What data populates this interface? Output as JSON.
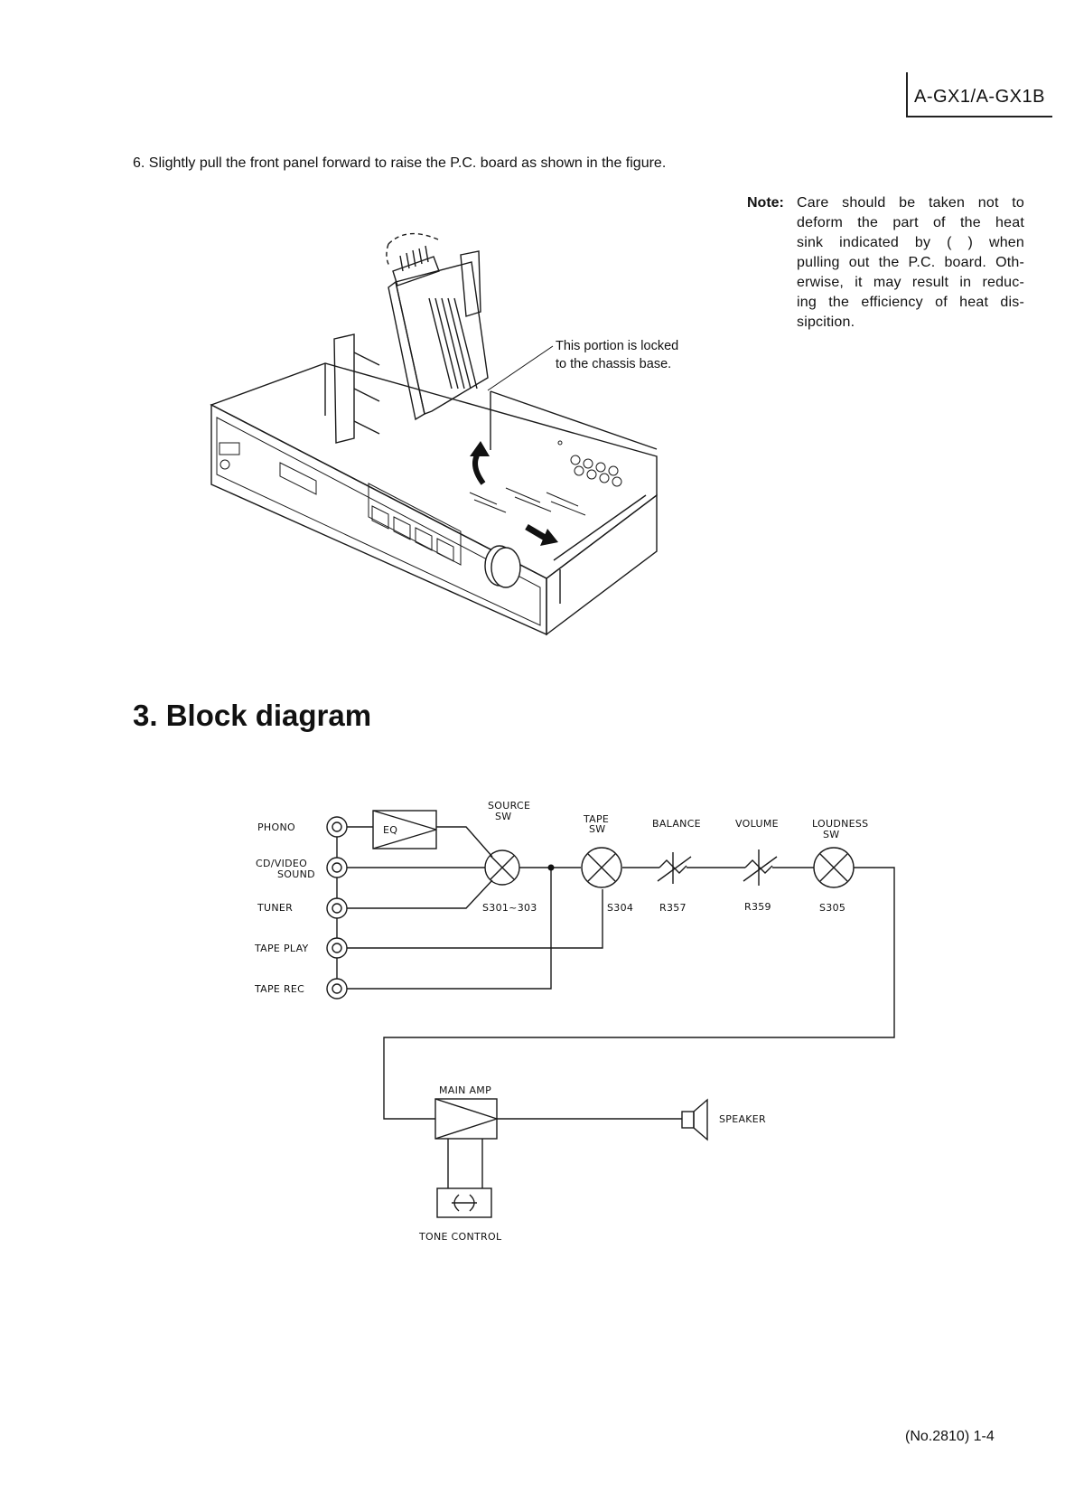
{
  "header": {
    "model": "A-GX1/A-GX1B"
  },
  "step": {
    "text": "6.  Slightly pull the front panel forward to raise the P.C. board as shown in the figure."
  },
  "note": {
    "label": "Note:",
    "lines": [
      "Care should be taken not to",
      "deform the part of the heat",
      "sink indicated by  (  )  when",
      "pulling out the P.C. board. Oth-",
      "erwise, it may result in reduc-",
      "ing the efficiency of heat dis-",
      "sipcition."
    ]
  },
  "illustration": {
    "callout_line1": "This portion is locked",
    "callout_line2": "to the chassis base."
  },
  "section": {
    "title": "3.  Block diagram"
  },
  "block_diagram": {
    "inputs": {
      "phono": "PHONO",
      "cd_line1": "CD/VIDEO",
      "cd_line2": "SOUND",
      "tuner": "TUNER",
      "tape_play": "TAPE PLAY",
      "tape_rec": "TAPE REC"
    },
    "eq": "EQ",
    "source_sw_line1": "SOURCE",
    "source_sw_line2": "SW",
    "source_sw_ref": "S301~303",
    "tape_sw_line1": "TAPE",
    "tape_sw_line2": "SW",
    "tape_sw_ref": "S304",
    "balance": "BALANCE",
    "balance_ref": "R357",
    "volume": "VOLUME",
    "volume_ref": "R359",
    "loudness_line1": "LOUDNESS",
    "loudness_line2": "SW",
    "loudness_ref": "S305",
    "main_amp": "MAIN AMP",
    "speaker": "SPEAKER",
    "tone_control": "TONE CONTROL"
  },
  "footer": {
    "page": "(No.2810)  1-4"
  }
}
